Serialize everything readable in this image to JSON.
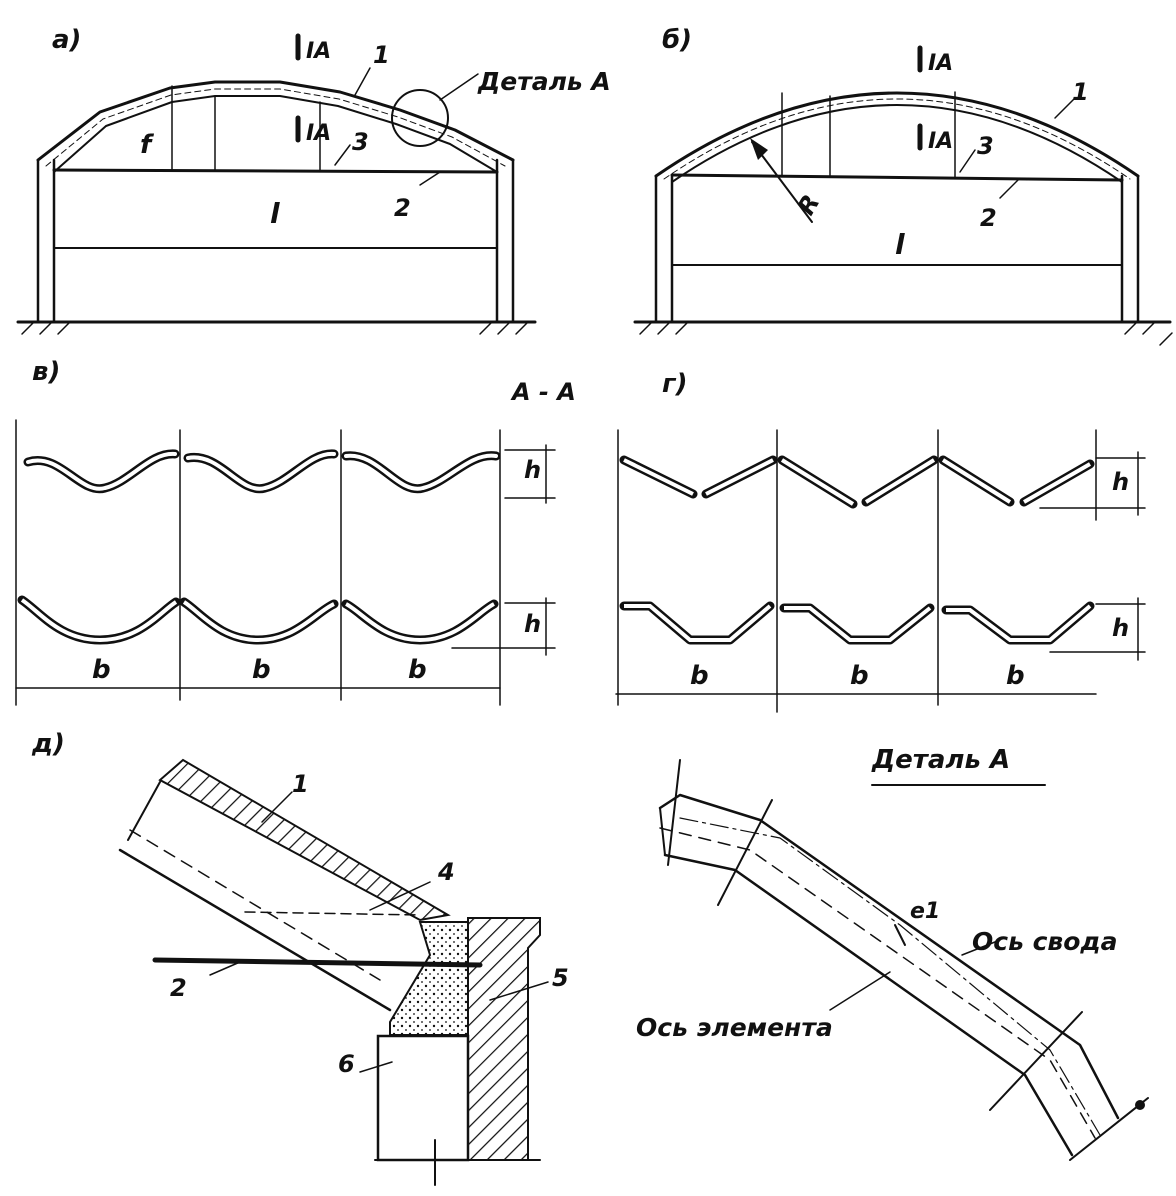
{
  "panels": {
    "a": {
      "label": "а)",
      "section_mark_top": "IA",
      "section_mark_mid": "IA",
      "rise": "f",
      "span": "l",
      "callouts": [
        "1",
        "2",
        "3"
      ],
      "detail_callout": "Деталь А"
    },
    "b": {
      "label": "б)",
      "section_mark_top": "IA",
      "section_mark_mid": "IA",
      "radius": "R",
      "span": "l",
      "callouts": [
        "1",
        "2",
        "3"
      ]
    },
    "v": {
      "label": "в)",
      "section_title": "А - А",
      "height": "h",
      "widths": [
        "b",
        "b",
        "b"
      ]
    },
    "g": {
      "label": "г)",
      "height": "h",
      "widths": [
        "b",
        "b",
        "b"
      ]
    },
    "d": {
      "label": "д)",
      "callouts": [
        "1",
        "2",
        "4",
        "5",
        "6"
      ]
    },
    "detail": {
      "title": "Деталь А",
      "eccentricity": "e1",
      "vault_axis": "Ось свода",
      "element_axis": "Ось элемента"
    }
  }
}
